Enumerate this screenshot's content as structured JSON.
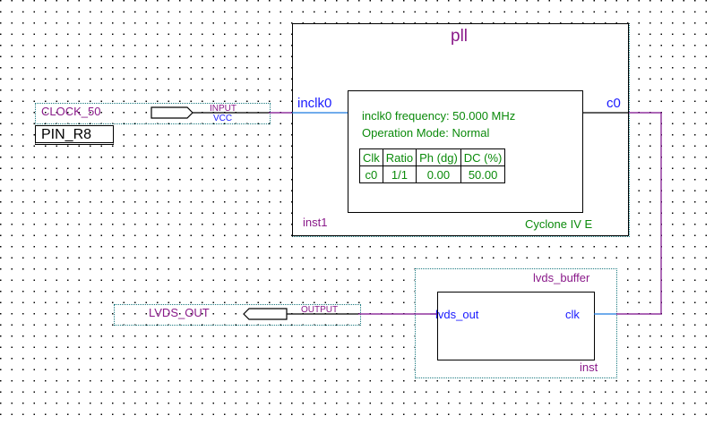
{
  "input_pin": {
    "name": "CLOCK_50",
    "direction": "INPUT",
    "default": "VCC",
    "location": "PIN_R8"
  },
  "pll": {
    "title": "pll",
    "instance": "inst1",
    "device": "Cyclone IV E",
    "ports": {
      "input": "inclk0",
      "output": "c0"
    },
    "info": {
      "frequency": "inclk0 frequency: 50.000 MHz",
      "mode": "Operation Mode: Normal"
    },
    "table": {
      "headers": [
        "Clk",
        "Ratio",
        "Ph (dg)",
        "DC (%)"
      ],
      "rows": [
        [
          "c0",
          "1/1",
          "0.00",
          "50.00"
        ]
      ]
    }
  },
  "lvds_buffer": {
    "title": "lvds_buffer",
    "instance": "inst",
    "ports": {
      "input": "clk",
      "output": "lvds_out"
    }
  },
  "output_pin": {
    "name": "LVDS_OUT",
    "direction": "OUTPUT"
  },
  "colors": {
    "wire_bus": "#7a0a8a",
    "port_wire": "#1a7ae0",
    "label_purple": "#8a1a8a",
    "label_blue": "#1a1aff",
    "label_green": "#0a8a0a",
    "frame_dotted": "#1a7a80"
  }
}
